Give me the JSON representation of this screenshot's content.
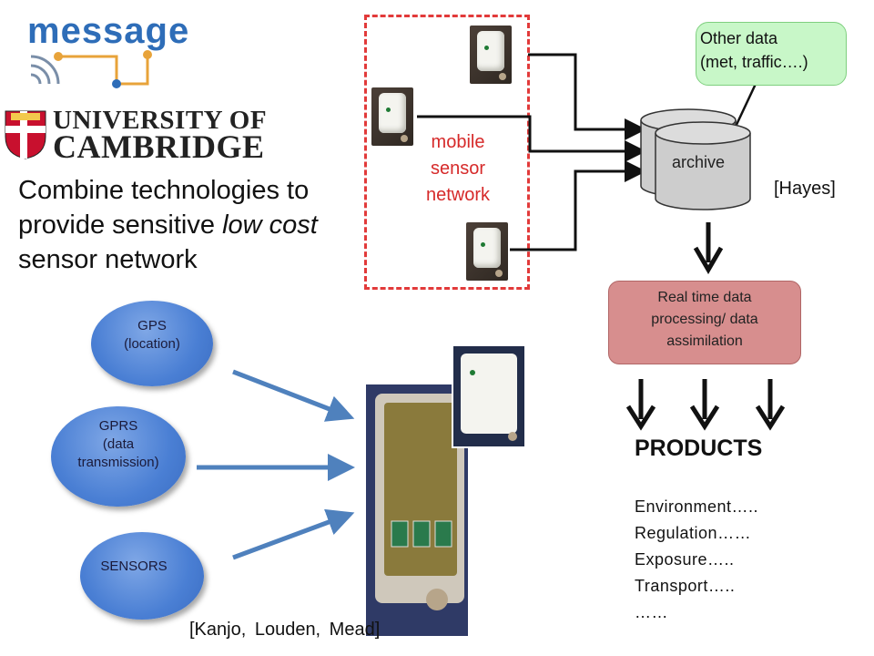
{
  "logos": {
    "message": "message",
    "university_line1": "UNIVERSITY OF",
    "university_line2": "CAMBRIDGE"
  },
  "headline": {
    "part1": "Combine technologies to provide sensitive ",
    "italic1": "low cost",
    "part2": " sensor network"
  },
  "network_label": {
    "line1": "mobile",
    "line2": "sensor",
    "line3": "network"
  },
  "other_data": {
    "line1": "Other data",
    "line2": "(met, traffic….)"
  },
  "archive_label": "archive",
  "hayes_citation": "[Hayes]",
  "processing_box": {
    "line1": "Real time data",
    "line2": "processing/ data",
    "line3": "assimilation"
  },
  "products_title": "PRODUCTS",
  "products_items": [
    "Environment…..",
    "Regulation……",
    "Exposure…..",
    "Transport…..",
    "……"
  ],
  "technologies": {
    "gps": {
      "line1": "GPS",
      "line2": "(location)"
    },
    "gprs": {
      "line1": "GPRS",
      "line2": "(data",
      "line3": "transmission)"
    },
    "sensors": {
      "line1": "SENSORS"
    }
  },
  "kanjo_citation": "[Kanjo, Louden, Mead]",
  "colors": {
    "message_blue": "#2e6db8",
    "network_red": "#d62a2a",
    "other_data_green": "#c8f7c8",
    "processing_pink": "#d78e8e",
    "circle_blue": "#4a7fd4",
    "arrow_blue": "#4f81bd"
  }
}
